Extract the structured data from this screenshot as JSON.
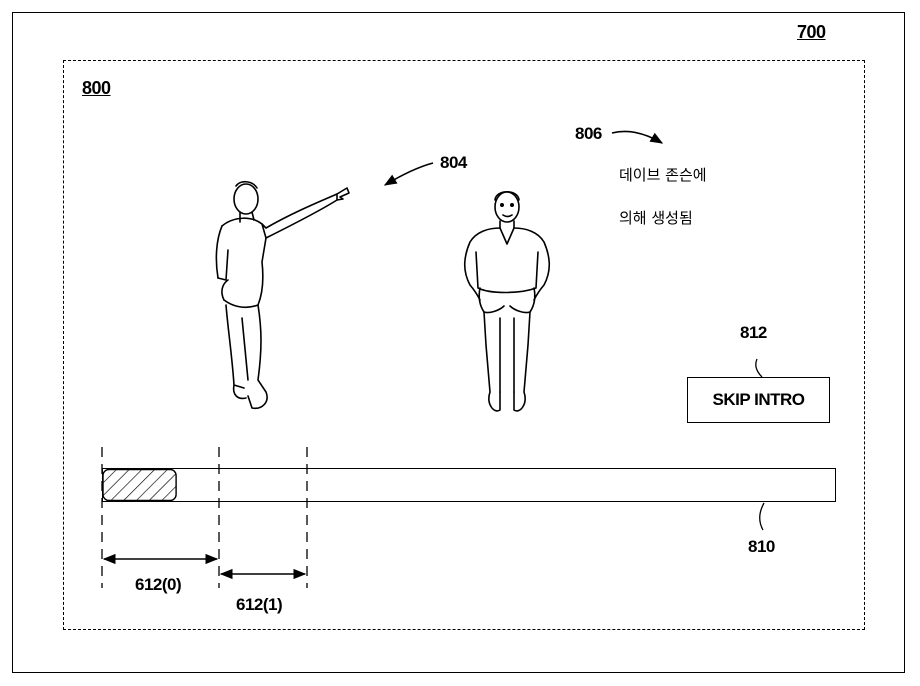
{
  "figure": {
    "outer_ref": "700",
    "screen_ref": "800",
    "avatars_ref": "804",
    "credits_ref": "806",
    "skip_ref": "812",
    "bar_ref": "810",
    "segment_0_label": "612(0)",
    "segment_1_label": "612(1)"
  },
  "credits": {
    "line1": "데이브 존슨에",
    "line2": "의해 생성됨"
  },
  "skip_button": {
    "label": "SKIP INTRO"
  },
  "playback": {
    "progress_fraction": 0.1
  }
}
